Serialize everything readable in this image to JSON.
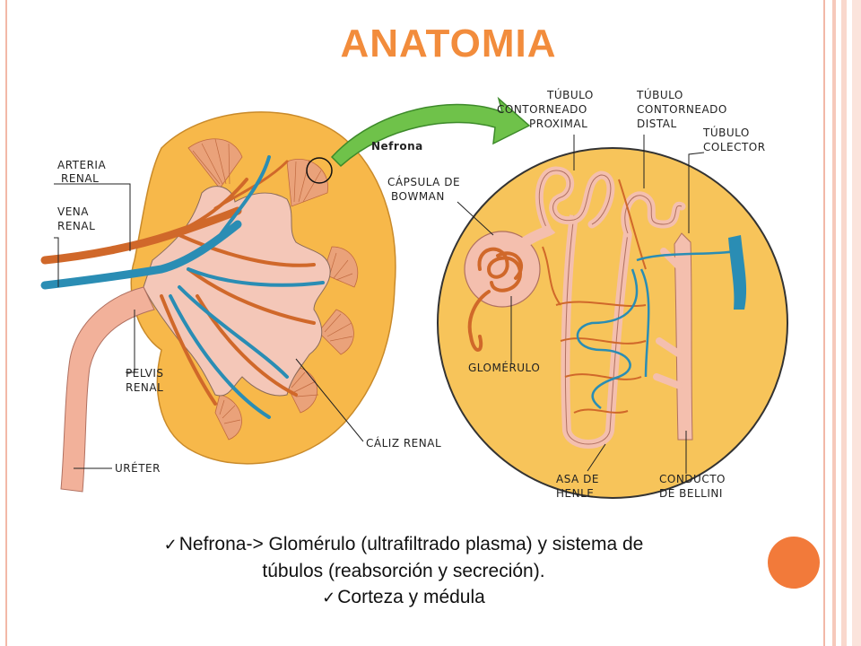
{
  "slide": {
    "title": "ANATOMIA",
    "accent_color": "#f28c3c",
    "dot_color": "#f27a3a"
  },
  "labels": {
    "nefrona": "Nefrona",
    "arteria_renal_1": "ARTERIA",
    "arteria_renal_2": "RENAL",
    "vena_renal_1": "VENA",
    "vena_renal_2": "RENAL",
    "pelvis_renal_1": "PELVIS",
    "pelvis_renal_2": "RENAL",
    "ureter": "URÉTER",
    "caliz_renal": "CÁLIZ RENAL",
    "tubulo_proximal_1": "TÚBULO",
    "tubulo_proximal_2": "CONTORNEADO",
    "tubulo_proximal_3": "PROXIMAL",
    "tubulo_distal_1": "TÚBULO",
    "tubulo_distal_2": "CONTORNEADO",
    "tubulo_distal_3": "DISTAL",
    "tubulo_colector_1": "TÚBULO",
    "tubulo_colector_2": "COLECTOR",
    "capsula_1": "CÁPSULA DE",
    "capsula_2": "BOWMAN",
    "glomerulo": "GLOMÉRULO",
    "asa_henle_1": "ASA DE",
    "asa_henle_2": "HENLE",
    "conducto_1": "CONDUCTO",
    "conducto_2": "DE BELLINI"
  },
  "bullets": {
    "check": "✓",
    "line1": "Nefrona-> Glomérulo (ultrafiltrado plasma) y sistema de",
    "line2": "túbulos (reabsorción y secreción).",
    "line3": "Corteza y médula"
  }
}
